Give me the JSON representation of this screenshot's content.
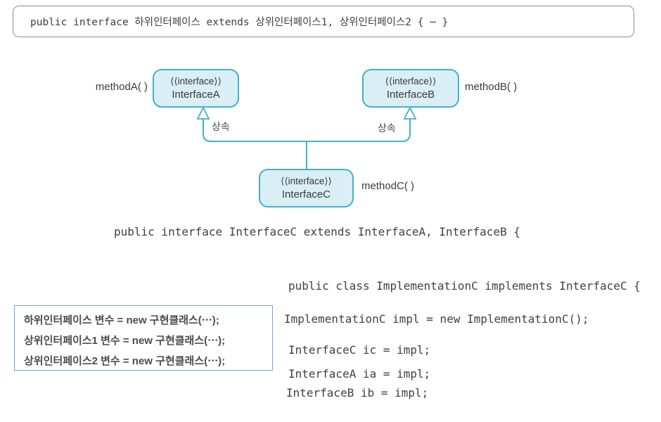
{
  "top_code_box": {
    "code": "public interface 하위인터페이스 extends 상위인터페이스1, 상위인터페이스2 { ⋯ }"
  },
  "diagram": {
    "nodes": {
      "a": {
        "stereotype": "⟨⟨interface⟩⟩",
        "name": "InterfaceA",
        "method_label": "methodA( )"
      },
      "b": {
        "stereotype": "⟨⟨interface⟩⟩",
        "name": "InterfaceB",
        "method_label": "methodB( )"
      },
      "c": {
        "stereotype": "⟨⟨interface⟩⟩",
        "name": "InterfaceC",
        "method_label": "methodC( )"
      }
    },
    "inheritance_label_left": "상속",
    "inheritance_label_right": "상속"
  },
  "interface_c_code": "public interface InterfaceC extends InterfaceA, InterfaceB {",
  "variable_box": {
    "lines": [
      "하위인터페이스 변수 = new 구현클래스(⋯);",
      "상위인터페이스1 변수 = new 구현클래스(⋯);",
      "상위인터페이스2 변수 = new 구현클래스(⋯);"
    ]
  },
  "implementation_code": {
    "lines": [
      "public class ImplementationC implements InterfaceC {",
      "ImplementationC impl = new ImplementationC();",
      "InterfaceC ic = impl;",
      "InterfaceA ia = impl;",
      "InterfaceB ib = impl;"
    ]
  },
  "colors": {
    "accent_cyan": "#41b2ca",
    "node_fill": "#daeef5",
    "top_box_border": "#8f8f8f",
    "variable_box_border": "#7ba3d8",
    "code_text": "#3f3f46"
  }
}
